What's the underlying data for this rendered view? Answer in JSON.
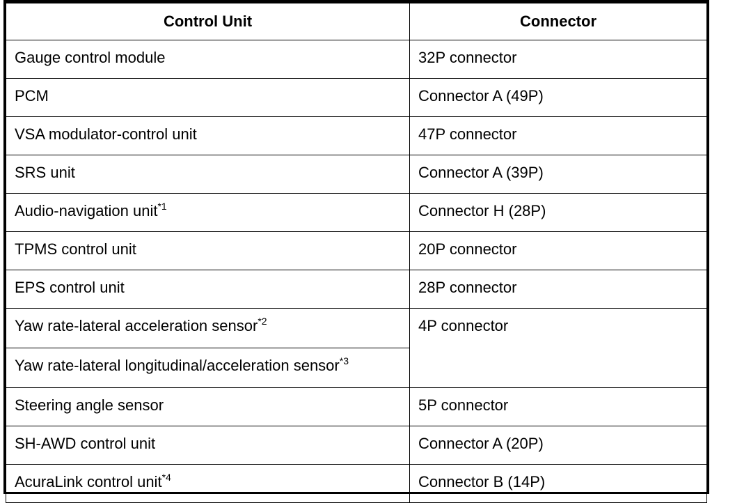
{
  "table": {
    "headers": {
      "control_unit": "Control Unit",
      "connector": "Connector"
    },
    "rows": [
      {
        "unit": "Gauge control module",
        "note": "",
        "connector": "32P connector"
      },
      {
        "unit": "PCM",
        "note": "",
        "connector": "Connector A (49P)"
      },
      {
        "unit": "VSA modulator-control unit",
        "note": "",
        "connector": "47P connector"
      },
      {
        "unit": "SRS unit",
        "note": "",
        "connector": "Connector A (39P)"
      },
      {
        "unit": "Audio-navigation unit",
        "note": "*1",
        "connector": "Connector H (28P)"
      },
      {
        "unit": "TPMS control unit",
        "note": "",
        "connector": "20P connector"
      },
      {
        "unit": "EPS control unit",
        "note": "",
        "connector": "28P connector"
      },
      {
        "unit": "Yaw rate-lateral acceleration sensor",
        "note": "*2",
        "connector": "4P connector"
      },
      {
        "unit": "Yaw rate-lateral longitudinal/acceleration sensor",
        "note": "*3",
        "connector": ""
      },
      {
        "unit": "Steering angle sensor",
        "note": "",
        "connector": "5P connector"
      },
      {
        "unit": "SH-AWD control unit",
        "note": "",
        "connector": "Connector A (20P)"
      },
      {
        "unit": "AcuraLink control unit",
        "note": "*4",
        "connector": "Connector B (14P)"
      }
    ]
  }
}
